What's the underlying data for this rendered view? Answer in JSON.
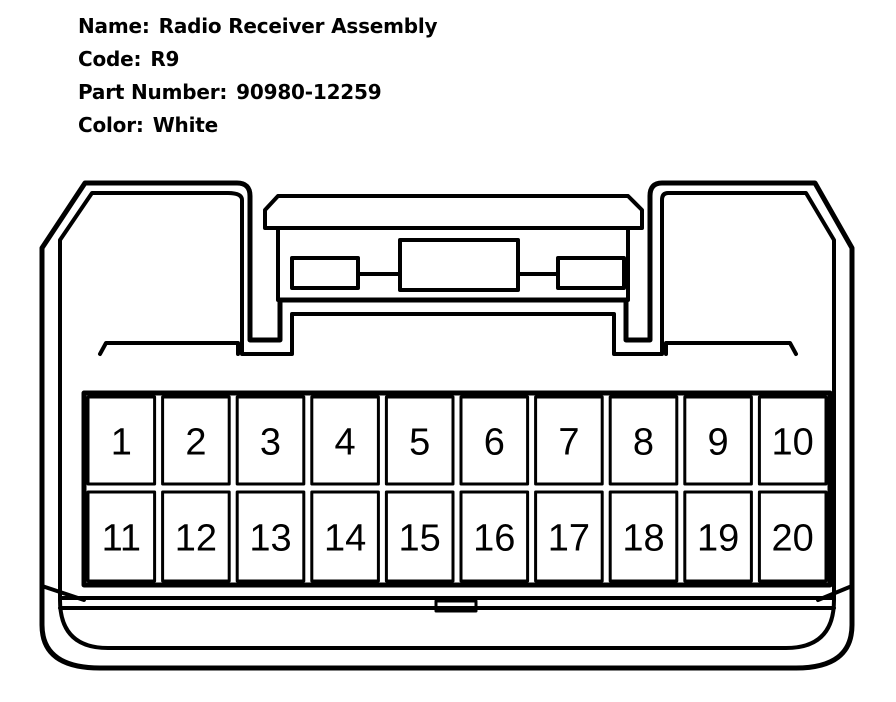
{
  "info": {
    "name_label": "Name:",
    "name_value": "Radio Receiver Assembly",
    "code_label": "Code:",
    "code_value": "R9",
    "part_label": "Part Number:",
    "part_value": "90980-12259",
    "color_label": "Color:",
    "color_value": "White"
  },
  "connector": {
    "pins_top": [
      "1",
      "2",
      "3",
      "4",
      "5",
      "6",
      "7",
      "8",
      "9",
      "10"
    ],
    "pins_bottom": [
      "11",
      "12",
      "13",
      "14",
      "15",
      "16",
      "17",
      "18",
      "19",
      "20"
    ],
    "line_color": "#000000",
    "fill_color": "#ffffff"
  }
}
